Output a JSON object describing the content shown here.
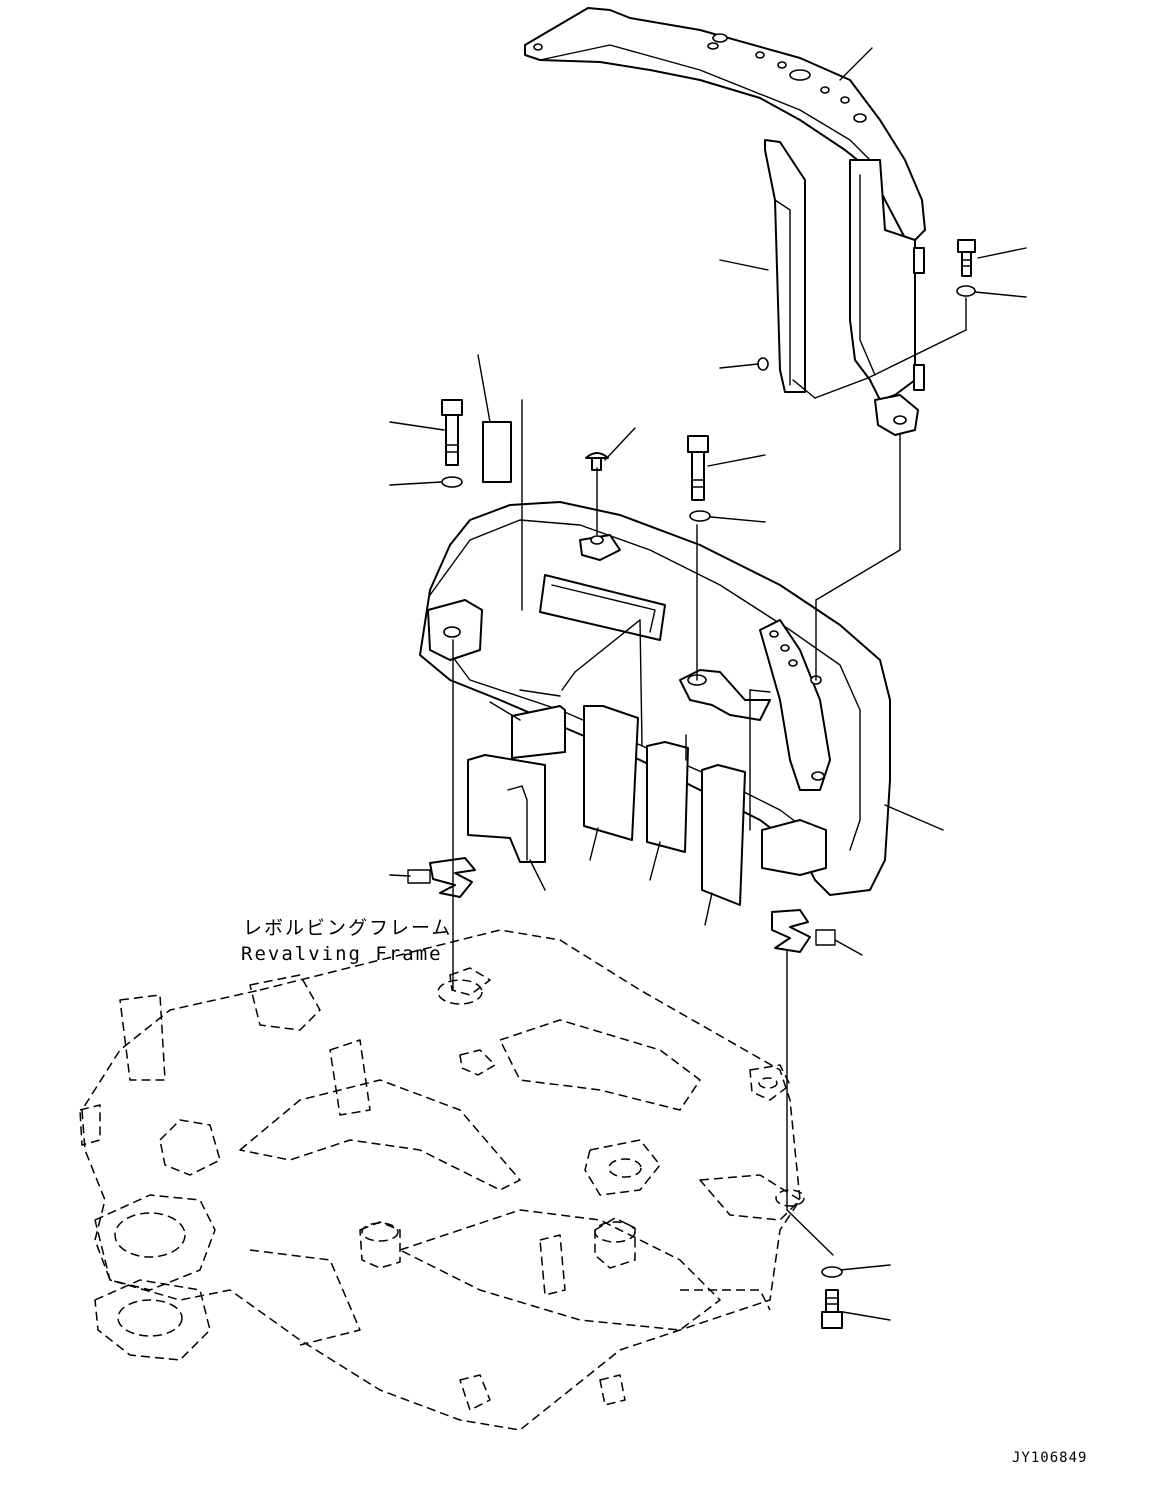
{
  "labels": {
    "frame_jp": "レボルビングフレーム",
    "frame_en": "Revalving Frame",
    "drawing_code": "JY106849"
  }
}
